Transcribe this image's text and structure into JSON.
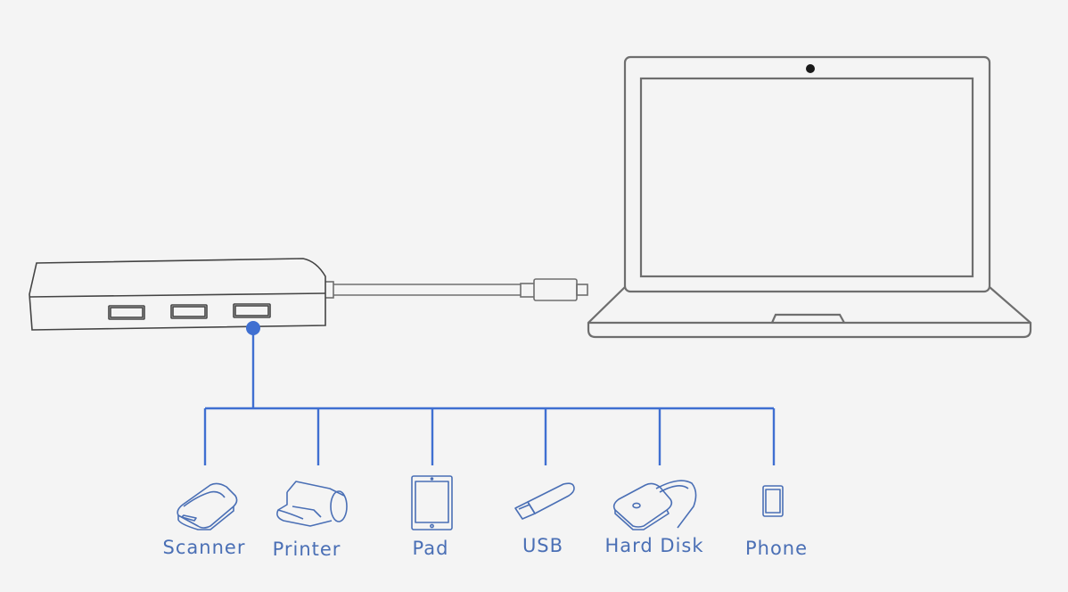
{
  "colors": {
    "background": "#f4f4f4",
    "outline": "#6e6e6e",
    "accent": "#3f6fd1",
    "label": "#4a6fb5"
  },
  "diagram": {
    "hub": {
      "name": "USB hub",
      "ports": 3
    },
    "laptop": {
      "name": "Laptop"
    },
    "devices": [
      {
        "label": "Scanner",
        "icon": "scanner-icon"
      },
      {
        "label": "Printer",
        "icon": "printer-icon"
      },
      {
        "label": "Pad",
        "icon": "tablet-icon"
      },
      {
        "label": "USB",
        "icon": "usb-drive-icon"
      },
      {
        "label": "Hard Disk",
        "icon": "hard-disk-icon"
      },
      {
        "label": "Phone",
        "icon": "phone-icon"
      }
    ]
  }
}
